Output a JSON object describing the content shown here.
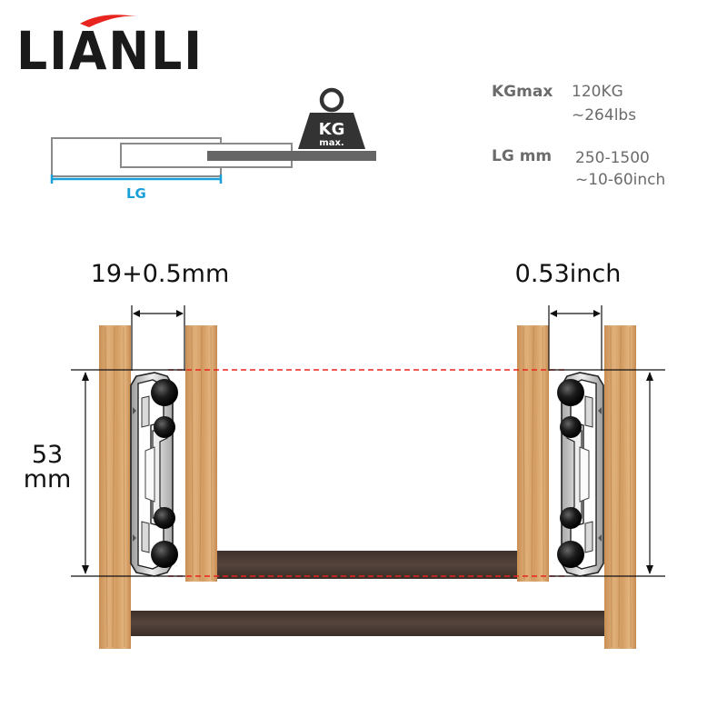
{
  "logo": {
    "text": "LIANLI",
    "accent_color": "#e8241f"
  },
  "weight_icon": {
    "label": "KG",
    "sublabel": "max."
  },
  "specs": {
    "load": {
      "label": "KGmax",
      "value1": "120KG",
      "value2": "~264lbs"
    },
    "length": {
      "label": "LG mm",
      "value1": "250-1500",
      "value2": "~10-60inch"
    }
  },
  "slide_diagram": {
    "lg_label": "LG",
    "lg_color": "#1aa0d8"
  },
  "cross_section": {
    "thickness_metric": "19+0.5mm",
    "thickness_imperial": "0.53inch",
    "height_value": "53",
    "height_unit": "mm",
    "guide_color": "#e8241f"
  },
  "colors": {
    "wood_light": "#d8a56b",
    "wood_dark": "#4a3b33",
    "rail": "#c9c9c9"
  }
}
